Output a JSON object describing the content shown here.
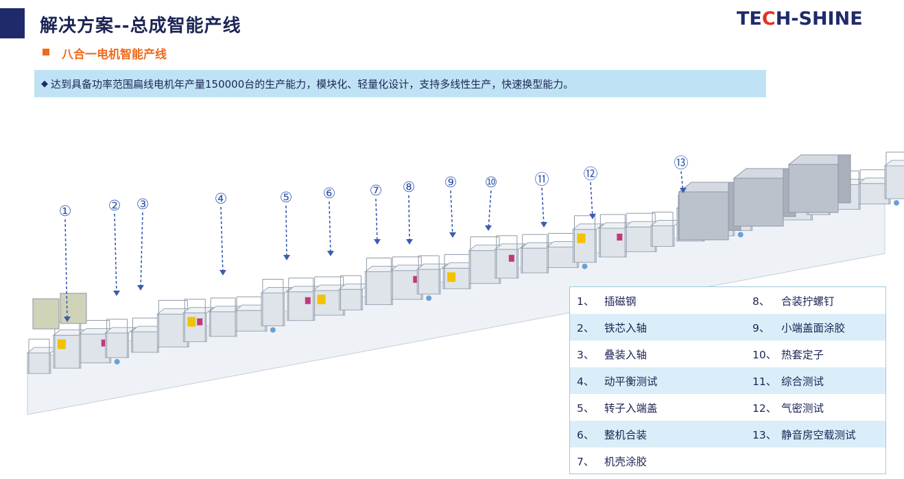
{
  "header": {
    "title": "解决方案--总成智能产线",
    "logo_part1": "TE",
    "logo_accent": "C",
    "logo_part2": "H-SHINE"
  },
  "section": {
    "heading": "八合一电机智能产线"
  },
  "banner": {
    "icon": "diamond-bullet-icon",
    "text": "达到具备功率范围扁线电机年产量150000台的生产能力，模块化、轻量化设计，支持多线性生产，快速换型能力。"
  },
  "diagram": {
    "callouts": [
      "①",
      "②",
      "③",
      "④",
      "⑤",
      "⑥",
      "⑦",
      "⑧",
      "⑨",
      "⑩",
      "⑪",
      "⑫",
      "⑬"
    ]
  },
  "legend": {
    "rows": [
      {
        "left_num": "1、",
        "left_label": "插磁钢",
        "right_num": "8、",
        "right_label": "合装拧螺钉"
      },
      {
        "left_num": "2、",
        "left_label": "铁芯入轴",
        "right_num": "9、",
        "right_label": "小端盖面涂胶"
      },
      {
        "left_num": "3、",
        "left_label": "叠装入轴",
        "right_num": "10、",
        "right_label": "热套定子"
      },
      {
        "left_num": "4、",
        "left_label": "动平衡测试",
        "right_num": "11、",
        "right_label": "综合测试"
      },
      {
        "left_num": "5、",
        "left_label": "转子入端盖",
        "right_num": "12、",
        "right_label": "气密测试"
      },
      {
        "left_num": "6、",
        "left_label": "整机合装",
        "right_num": "13、",
        "right_label": "静音房空载测试"
      },
      {
        "left_num": "7、",
        "left_label": "机壳涂胶",
        "right_num": "",
        "right_label": ""
      }
    ]
  },
  "colors": {
    "navy": "#1f2a6b",
    "orange": "#ee6a1c",
    "banner_bg": "#bfe3f4",
    "legend_stripe": "#d9eef8",
    "callout": "#3a5db0",
    "robot_yellow": "#f2c200",
    "station_blue": "#6aa0d8"
  }
}
